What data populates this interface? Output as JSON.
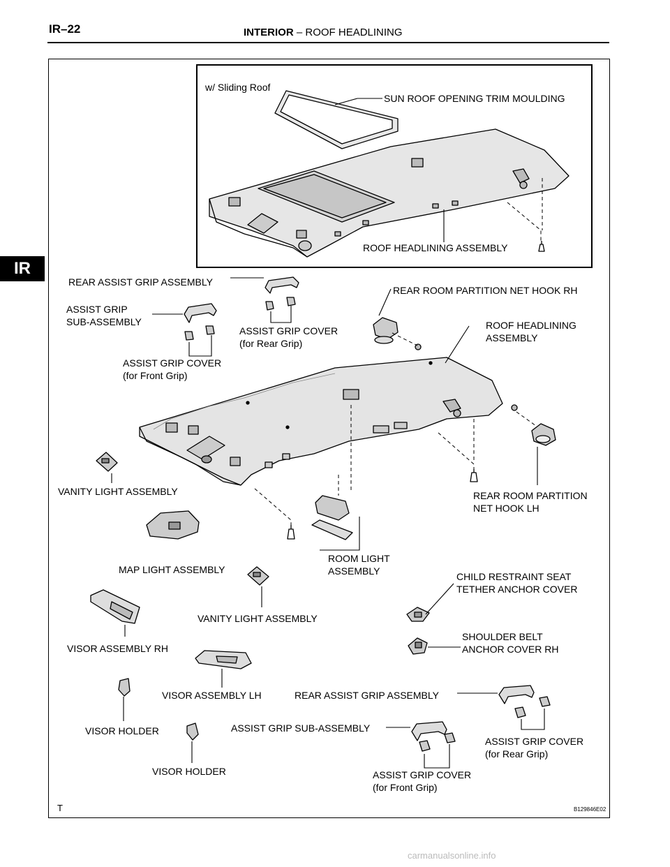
{
  "header": {
    "page_number": "IR–22",
    "section": "INTERIOR",
    "separator": "–",
    "subsection": "ROOF HEADLINING"
  },
  "side_tab": "IR",
  "inset": {
    "caption": "w/ Sliding Roof",
    "labels": {
      "sunroof_trim": "SUN ROOF OPENING TRIM MOULDING",
      "headlining": "ROOF HEADLINING ASSEMBLY"
    }
  },
  "labels": {
    "rear_assist_grip_top": "REAR ASSIST GRIP ASSEMBLY",
    "assist_grip_sub_top_1": "ASSIST GRIP",
    "assist_grip_sub_top_2": "SUB-ASSEMBLY",
    "cover_rear_top_1": "ASSIST GRIP COVER",
    "cover_rear_top_2": "(for Rear Grip)",
    "cover_front_top_1": "ASSIST GRIP COVER",
    "cover_front_top_2": "(for Front Grip)",
    "net_hook_rh": "REAR ROOM PARTITION NET HOOK RH",
    "headlining_1": "ROOF HEADLINING",
    "headlining_2": "ASSEMBLY",
    "vanity_left": "VANITY LIGHT ASSEMBLY",
    "net_hook_lh_1": "REAR ROOM PARTITION",
    "net_hook_lh_2": "NET HOOK LH",
    "map_light": "MAP LIGHT ASSEMBLY",
    "room_light_1": "ROOM LIGHT",
    "room_light_2": "ASSEMBLY",
    "child_restraint_1": "CHILD RESTRAINT SEAT",
    "child_restraint_2": "TETHER ANCHOR COVER",
    "vanity_center": "VANITY LIGHT ASSEMBLY",
    "visor_rh": "VISOR ASSEMBLY RH",
    "shoulder_belt_1": "SHOULDER BELT",
    "shoulder_belt_2": "ANCHOR COVER RH",
    "visor_lh": "VISOR ASSEMBLY LH",
    "rear_assist_grip_bottom": "REAR ASSIST GRIP ASSEMBLY",
    "visor_holder_1": "VISOR HOLDER",
    "assist_grip_sub_bottom": "ASSIST GRIP SUB-ASSEMBLY",
    "cover_rear_bottom_1": "ASSIST GRIP COVER",
    "cover_rear_bottom_2": "(for Rear Grip)",
    "visor_holder_2": "VISOR HOLDER",
    "cover_front_bottom_1": "ASSIST GRIP COVER",
    "cover_front_bottom_2": "(for Front Grip)"
  },
  "footer": {
    "letter": "T",
    "code": "B129846E02"
  },
  "watermark": "carmanualsonline.info"
}
